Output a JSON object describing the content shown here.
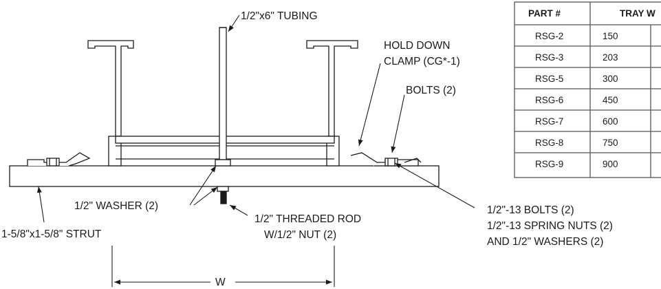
{
  "labels": {
    "tubing": "1/2\"x6\" TUBING",
    "hold_down_clamp_line1": "HOLD DOWN",
    "hold_down_clamp_line2": "CLAMP (CG*-1)",
    "bolts": "BOLTS (2)",
    "washer": "1/2\" WASHER (2)",
    "threaded_rod_line1": "1/2\" THREADED ROD",
    "threaded_rod_line2": "W/1/2\" NUT (2)",
    "strut": "1-5/8\"x1-5/8\" STRUT",
    "hardware_line1": "1/2\"-13 BOLTS (2)",
    "hardware_line2": "1/2\"-13 SPRING NUTS (2)",
    "hardware_line3": "AND 1/2\" WASHERS (2)",
    "dimension_w": "W"
  },
  "table": {
    "headers": [
      "PART #",
      "TRAY W"
    ],
    "rows": [
      {
        "part": "RSG-2",
        "width": "150"
      },
      {
        "part": "RSG-3",
        "width": "203"
      },
      {
        "part": "RSG-5",
        "width": "300"
      },
      {
        "part": "RSG-6",
        "width": "450"
      },
      {
        "part": "RSG-7",
        "width": "600"
      },
      {
        "part": "RSG-8",
        "width": "750"
      },
      {
        "part": "RSG-9",
        "width": "900"
      }
    ]
  },
  "colors": {
    "line": "#1a1a1a",
    "table_border": "#555555",
    "background": "#ffffff"
  }
}
